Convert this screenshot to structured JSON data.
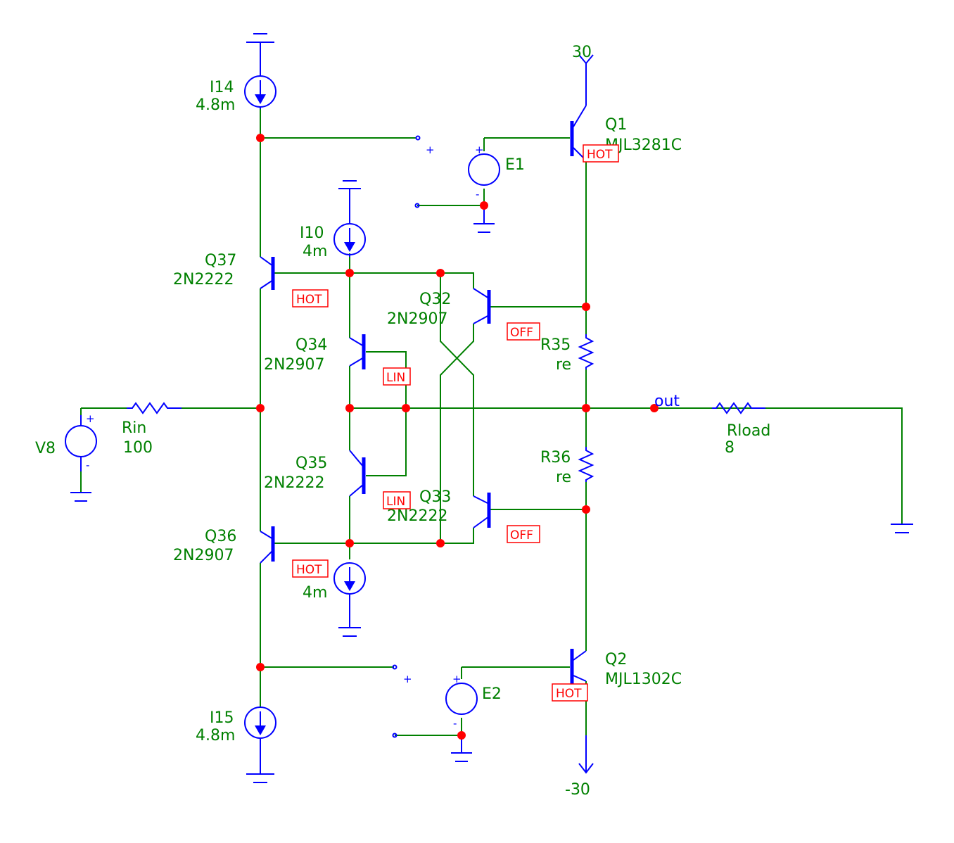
{
  "components": {
    "I14": {
      "name": "I14",
      "value": "4.8m"
    },
    "I15": {
      "name": "I15",
      "value": "4.8m"
    },
    "I10": {
      "name": "I10",
      "value": "4m"
    },
    "I_low": {
      "value": "4m"
    },
    "Q1": {
      "name": "Q1",
      "part": "MJL3281C"
    },
    "Q2": {
      "name": "Q2",
      "part": "MJL1302C"
    },
    "Q32": {
      "name": "Q32",
      "part": "2N2907"
    },
    "Q33": {
      "name": "Q33",
      "part": "2N2222"
    },
    "Q34": {
      "name": "Q34",
      "part": "2N2907"
    },
    "Q35": {
      "name": "Q35",
      "part": "2N2222"
    },
    "Q36": {
      "name": "Q36",
      "part": "2N2907"
    },
    "Q37": {
      "name": "Q37",
      "part": "2N2222"
    },
    "E1": {
      "name": "E1"
    },
    "E2": {
      "name": "E2"
    },
    "V8": {
      "name": "V8"
    },
    "Rin": {
      "name": "Rin",
      "value": "100"
    },
    "R35": {
      "name": "R35",
      "value": "re"
    },
    "R36": {
      "name": "R36",
      "value": "re"
    },
    "Rload": {
      "name": "Rload",
      "value": "8"
    }
  },
  "supplies": {
    "pos": "30",
    "neg": "-30"
  },
  "nets": {
    "out": "out"
  },
  "polarity": {
    "plus": "+",
    "minus": "-"
  },
  "status_tags": {
    "q1": "HOT",
    "q2": "HOT",
    "q37": "HOT",
    "q36": "HOT",
    "q34": "LIN",
    "q35": "LIN",
    "q32": "OFF",
    "q33": "OFF"
  },
  "colors": {
    "wire": "#008000",
    "component": "#0000ff",
    "node": "#ff0000",
    "label": "#008000",
    "tag": "#ff0000"
  }
}
